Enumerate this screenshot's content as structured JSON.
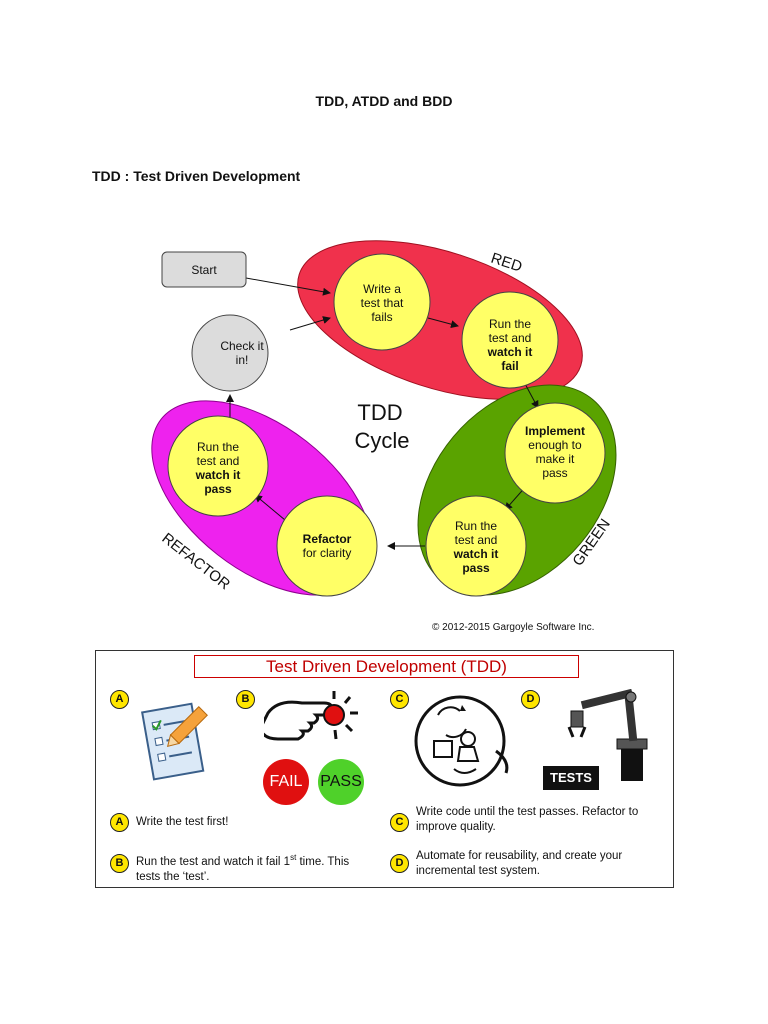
{
  "page": {
    "title": "TDD, ATDD and BDD",
    "section_heading": "TDD : Test Driven Development"
  },
  "cycle": {
    "center_label": [
      "TDD",
      "Cycle"
    ],
    "phases": {
      "red": "RED",
      "green": "GREEN",
      "refactor": "REFACTOR"
    },
    "start": "Start",
    "check_in": [
      "Check it",
      "in!"
    ],
    "write_test": [
      "Write a",
      "test that",
      "fails"
    ],
    "run_fail": [
      "Run the",
      "test and",
      "watch it",
      "fail"
    ],
    "implement": [
      "Implement",
      "enough to",
      "make it",
      "pass"
    ],
    "run_pass_green": [
      "Run the",
      "test and",
      "watch it",
      "pass"
    ],
    "refactor": [
      "Refactor",
      "for clarity"
    ],
    "run_pass_refactor": [
      "Run the",
      "test and",
      "watch it",
      "pass"
    ],
    "copyright": "© 2012-2015 Gargoyle Software Inc.",
    "colors": {
      "red": "#f0314c",
      "green": "#5aa300",
      "refactor": "#ee22ee",
      "node": "#ffff66",
      "checkin": "#dcdcdc"
    }
  },
  "card": {
    "title": "Test Driven Development (TDD)",
    "badges": {
      "a": "A",
      "b": "B",
      "c": "C",
      "d": "D"
    },
    "fail": "FAIL",
    "pass": "PASS",
    "tests": "TESTS",
    "text_a": "Write the test first!",
    "text_b_line1_pre": "Run the test and watch it fail 1",
    "text_b_sup": "st",
    "text_b_line1_post": " time.  This",
    "text_b_line2": "tests the ‘test’.",
    "text_c_line1": "Write code until the test passes.  Refactor to",
    "text_c_line2": "improve quality.",
    "text_d_line1": "Automate for reusability, and create your",
    "text_d_line2": "incremental test system.",
    "icons": [
      "checklist-pencil-icon",
      "finger-press-button-icon",
      "developer-cycle-icon",
      "robot-arm-icon"
    ]
  }
}
